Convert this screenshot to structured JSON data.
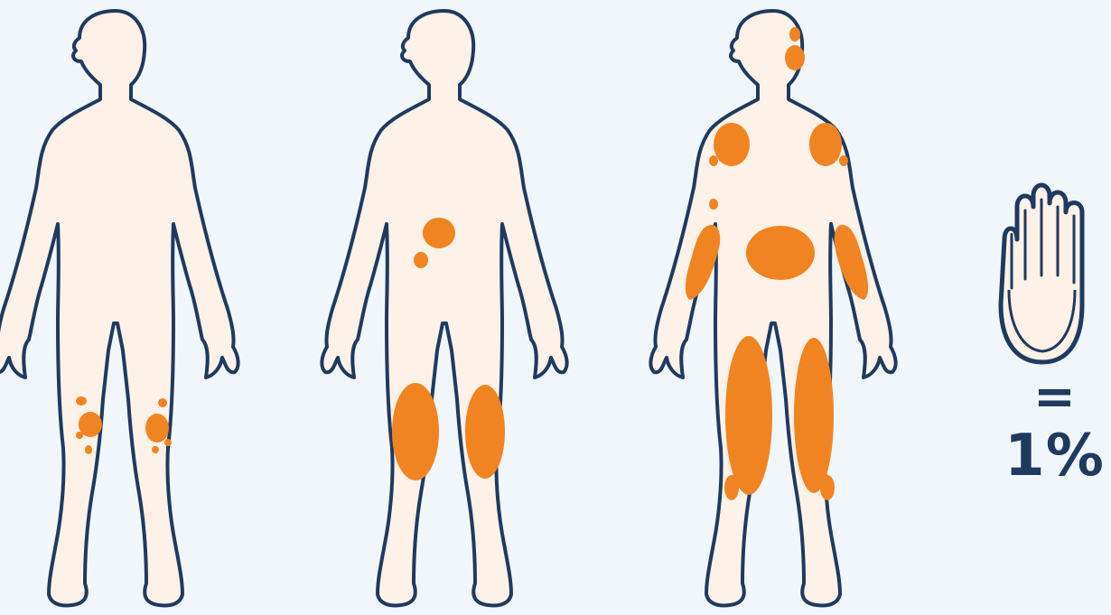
{
  "colors": {
    "background": "#f1f6fb",
    "skin": "#fdf1e8",
    "outline": "#1f3a5f",
    "affected": "#f08422"
  },
  "figures": [
    {
      "name": "figure-mild",
      "affected_area_patches": 8
    },
    {
      "name": "figure-moderate",
      "affected_area_patches": 4
    },
    {
      "name": "figure-severe",
      "affected_area_patches": 14
    }
  ],
  "legend": {
    "icon": "hand-icon",
    "equals": "=",
    "value": "1%"
  }
}
